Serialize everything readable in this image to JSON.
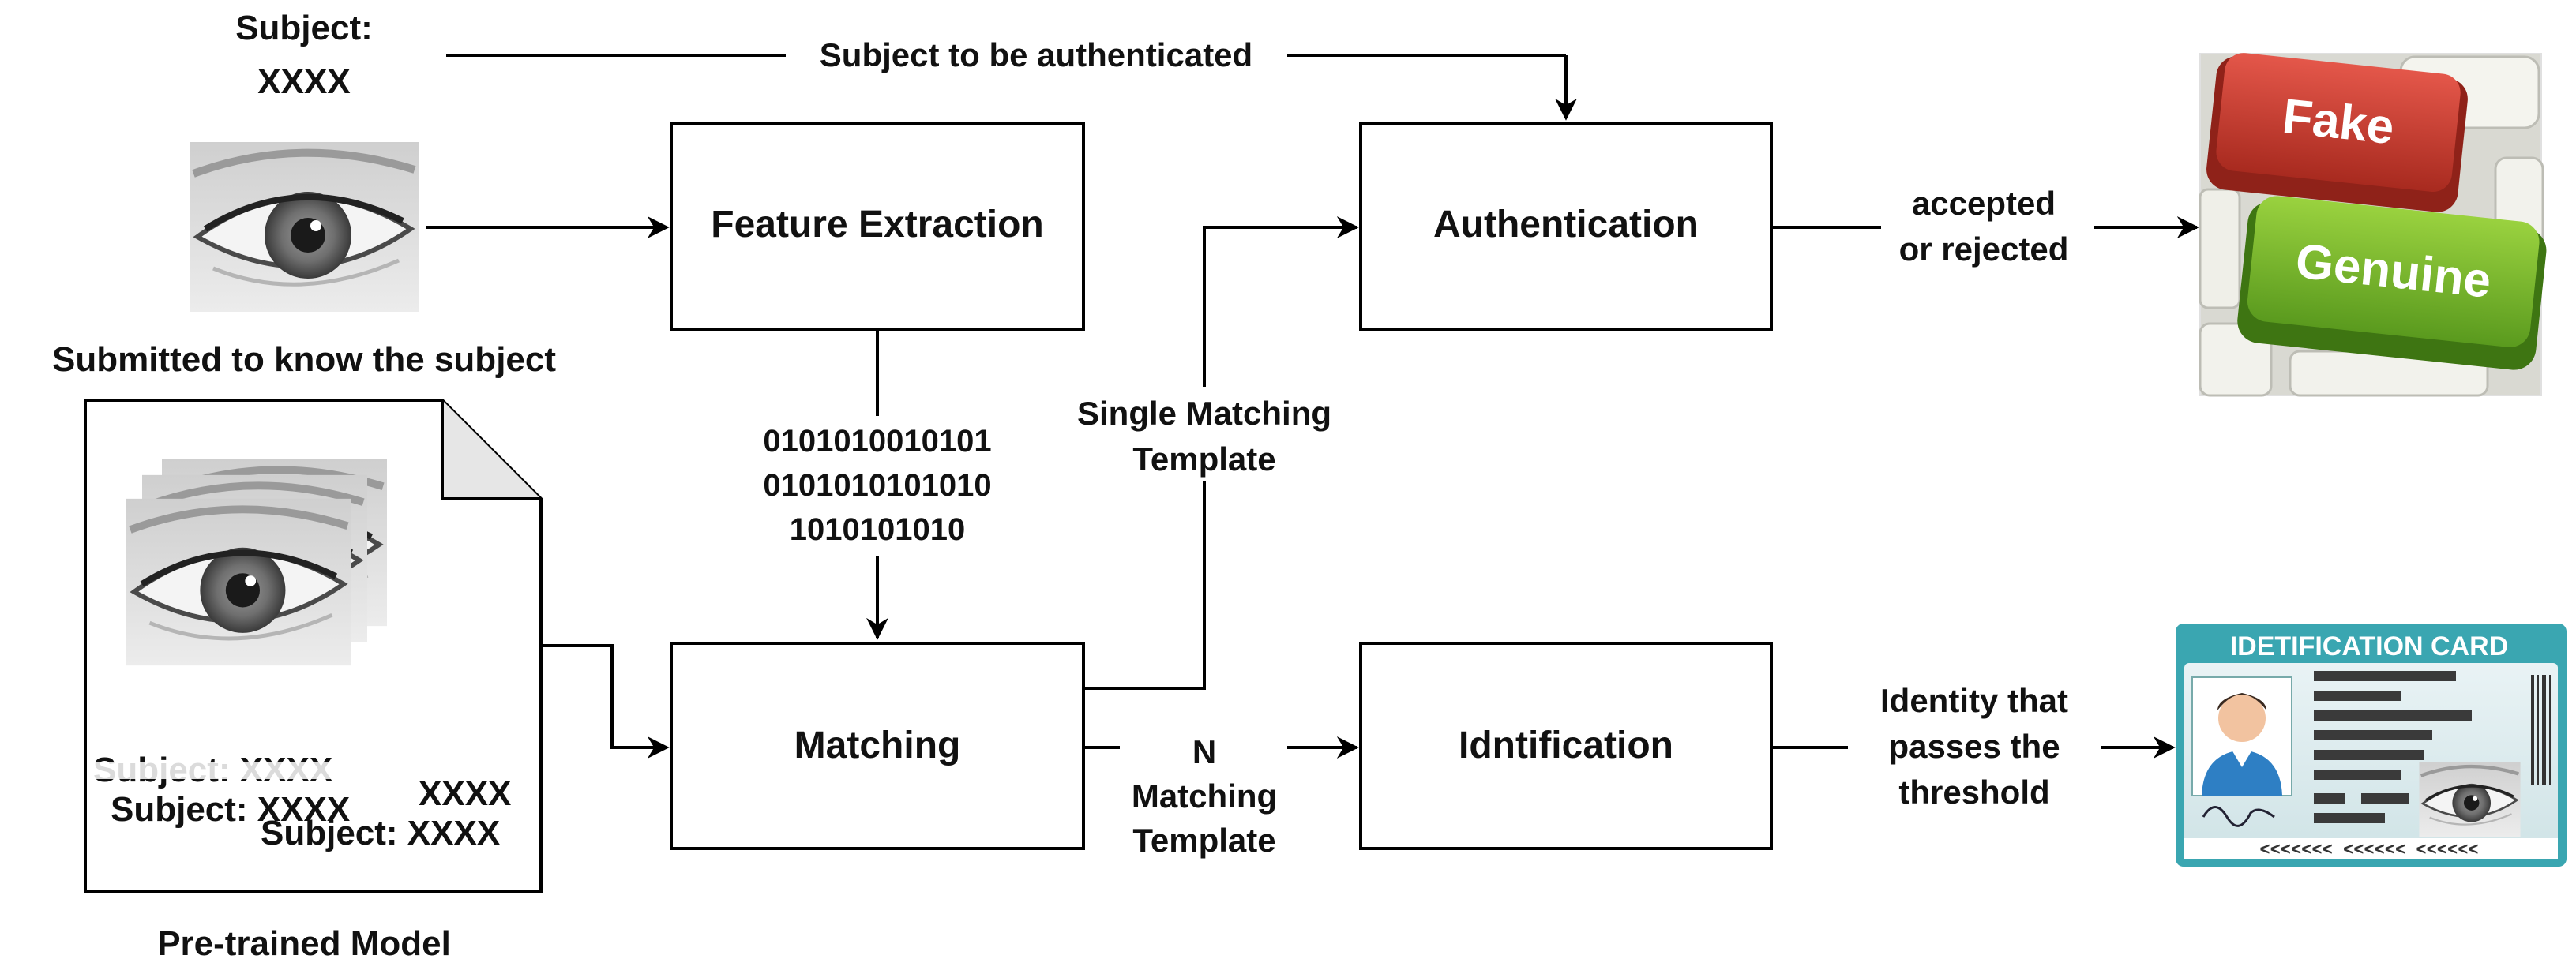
{
  "subject": {
    "line1": "Subject:",
    "line2": "XXXX",
    "edge_label": "Subject to be authenticated",
    "submitted_caption": "Submitted to know the subject"
  },
  "boxes": {
    "feature_extraction": "Feature Extraction",
    "authentication": "Authentication",
    "matching": "Matching",
    "identification": "Idntification"
  },
  "binary_code": {
    "line1": "0101010010101",
    "line2": "0101010101010",
    "line3": "1010101010"
  },
  "edges": {
    "single_template_line1": "Single Matching",
    "single_template_line2": "Template",
    "n_template_line1": "N",
    "n_template_line2": "Matching",
    "n_template_line3": "Template",
    "auth_result_line1": "accepted",
    "auth_result_line2": "or rejected",
    "ident_result_line1": "Identity that",
    "ident_result_line2": "passes the",
    "ident_result_line3": "threshold"
  },
  "model": {
    "caption": "Pre-trained Model",
    "subject_a": "Subject: XXXX",
    "subject_b": "XXXX",
    "subject_c": "Subject: XXXX",
    "subject_d": "Subject: XXXX"
  },
  "keyboard": {
    "fake_label": "Fake",
    "genuine_label": "Genuine",
    "fake_color": "#c8362a",
    "genuine_color": "#76b82a"
  },
  "id_card": {
    "title": "IDETIFICATION CARD",
    "mrz_text": "<<<<<<< <<<<<< <<<<<<",
    "header_color": "#2d8fc4"
  }
}
